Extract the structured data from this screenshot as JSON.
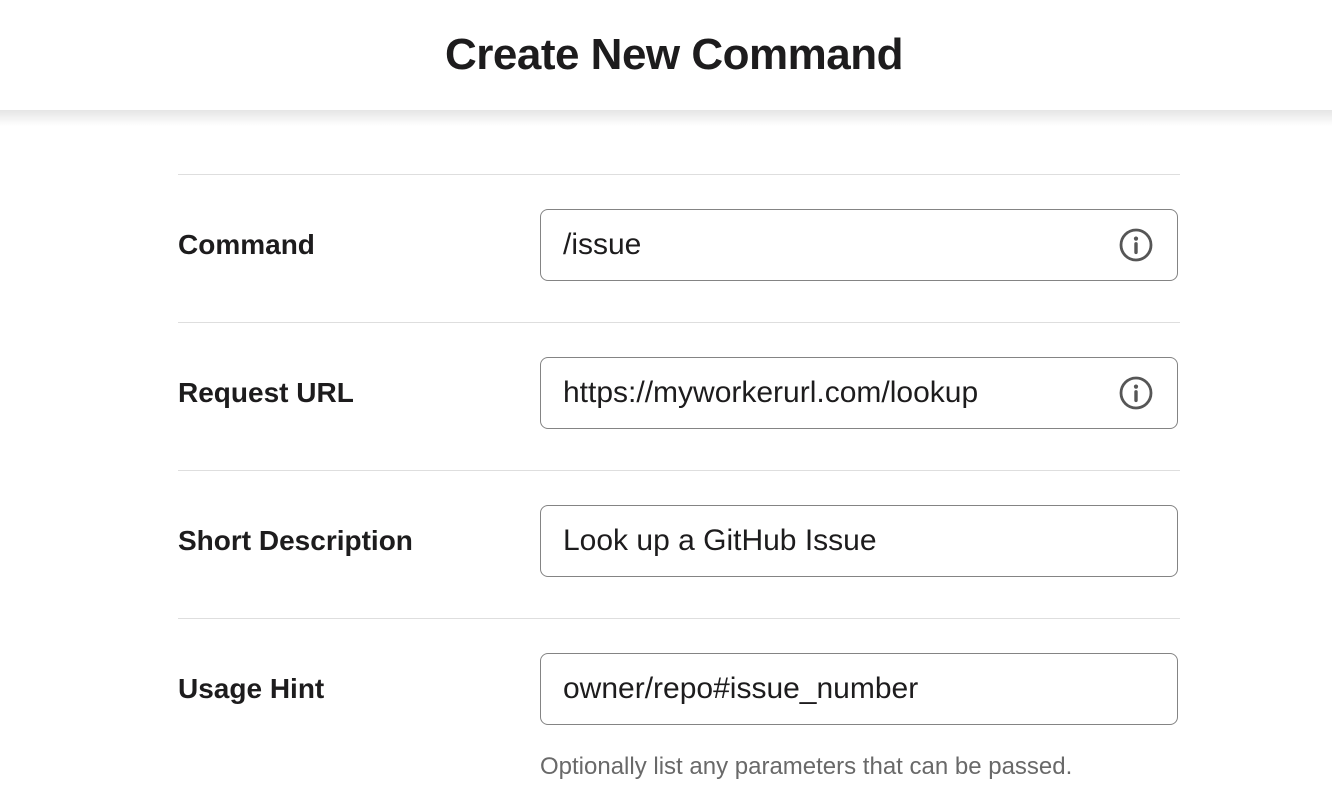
{
  "header": {
    "title": "Create New Command"
  },
  "form": {
    "rows": [
      {
        "label": "Command",
        "value": "/issue",
        "has_info_icon": true
      },
      {
        "label": "Request URL",
        "value": "https://myworkerurl.com/lookup",
        "has_info_icon": true
      },
      {
        "label": "Short Description",
        "value": "Look up a GitHub Issue",
        "has_info_icon": false
      },
      {
        "label": "Usage Hint",
        "value": "owner/repo#issue_number",
        "has_info_icon": false,
        "help": "Optionally list any parameters that can be passed."
      }
    ]
  },
  "icons": {
    "info": "info-circle-icon"
  },
  "colors": {
    "text": "#1d1c1d",
    "muted_text": "#696969",
    "input_border": "#848484",
    "divider": "#dedede",
    "icon": "#565656",
    "background": "#ffffff"
  }
}
